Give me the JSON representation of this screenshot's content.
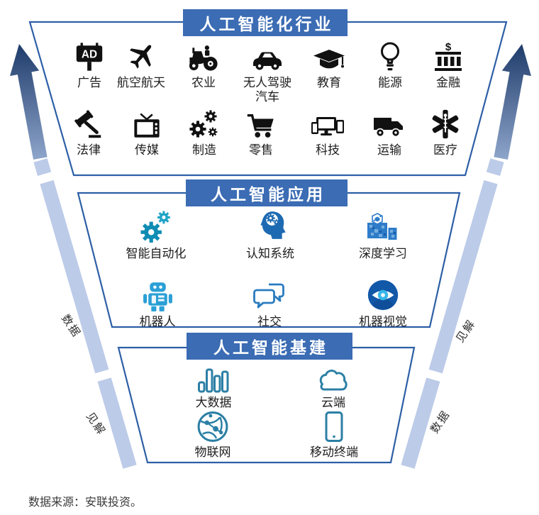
{
  "industries": {
    "header": "人工智能化行业",
    "row1": [
      {
        "label": "广告",
        "icon": "ad-billboard-icon",
        "icon_text": "AD"
      },
      {
        "label": "航空航天",
        "icon": "airplane-icon"
      },
      {
        "label": "农业",
        "icon": "tractor-icon"
      },
      {
        "label": "无人驾驶汽车",
        "icon": "driverless-car-icon"
      },
      {
        "label": "教育",
        "icon": "graduation-cap-icon"
      },
      {
        "label": "能源",
        "icon": "light-bulb-icon"
      },
      {
        "label": "金融",
        "icon": "bank-dollar-icon",
        "icon_text": "$"
      }
    ],
    "row2": [
      {
        "label": "法律",
        "icon": "gavel-icon"
      },
      {
        "label": "传媒",
        "icon": "tv-icon"
      },
      {
        "label": "制造",
        "icon": "gears-icon"
      },
      {
        "label": "零售",
        "icon": "shopping-cart-icon"
      },
      {
        "label": "科技",
        "icon": "devices-icon"
      },
      {
        "label": "运输",
        "icon": "truck-icon"
      },
      {
        "label": "医疗",
        "icon": "star-of-life-icon"
      }
    ]
  },
  "applications": {
    "header": "人工智能应用",
    "row1": [
      {
        "label": "智能自动化",
        "icon": "automation-gears-icon"
      },
      {
        "label": "认知系统",
        "icon": "cognitive-head-icon"
      },
      {
        "label": "深度学习",
        "icon": "deep-learning-icon"
      }
    ],
    "row2": [
      {
        "label": "机器人",
        "icon": "robot-icon"
      },
      {
        "label": "社交",
        "icon": "chat-bubbles-icon"
      },
      {
        "label": "机器视觉",
        "icon": "machine-vision-eye-icon"
      }
    ]
  },
  "infrastructure": {
    "header": "人工智能基建",
    "row1": [
      {
        "label": "大数据",
        "icon": "bar-chart-icon"
      },
      {
        "label": "云端",
        "icon": "cloud-icon"
      }
    ],
    "row2": [
      {
        "label": "物联网",
        "icon": "iot-globe-icon"
      },
      {
        "label": "移动终端",
        "icon": "smartphone-icon"
      }
    ]
  },
  "flow_labels": {
    "left_upper": "数据",
    "left_lower": "见解",
    "right_upper": "见解",
    "right_lower": "数据"
  },
  "source_note": "数据来源：安联投资。",
  "colors": {
    "header_bg": "#3b6cb4",
    "funnel_outline": "#2d5fa6",
    "flow_bar": "#bccbe8",
    "arrow_dark": "#1d3a69",
    "arrow_light": "#93aacf",
    "icon_black": "#111111",
    "teal": "#0f8cb4",
    "app_blue": "#1e6ab2",
    "infra_teal": "#2c7fa5"
  }
}
